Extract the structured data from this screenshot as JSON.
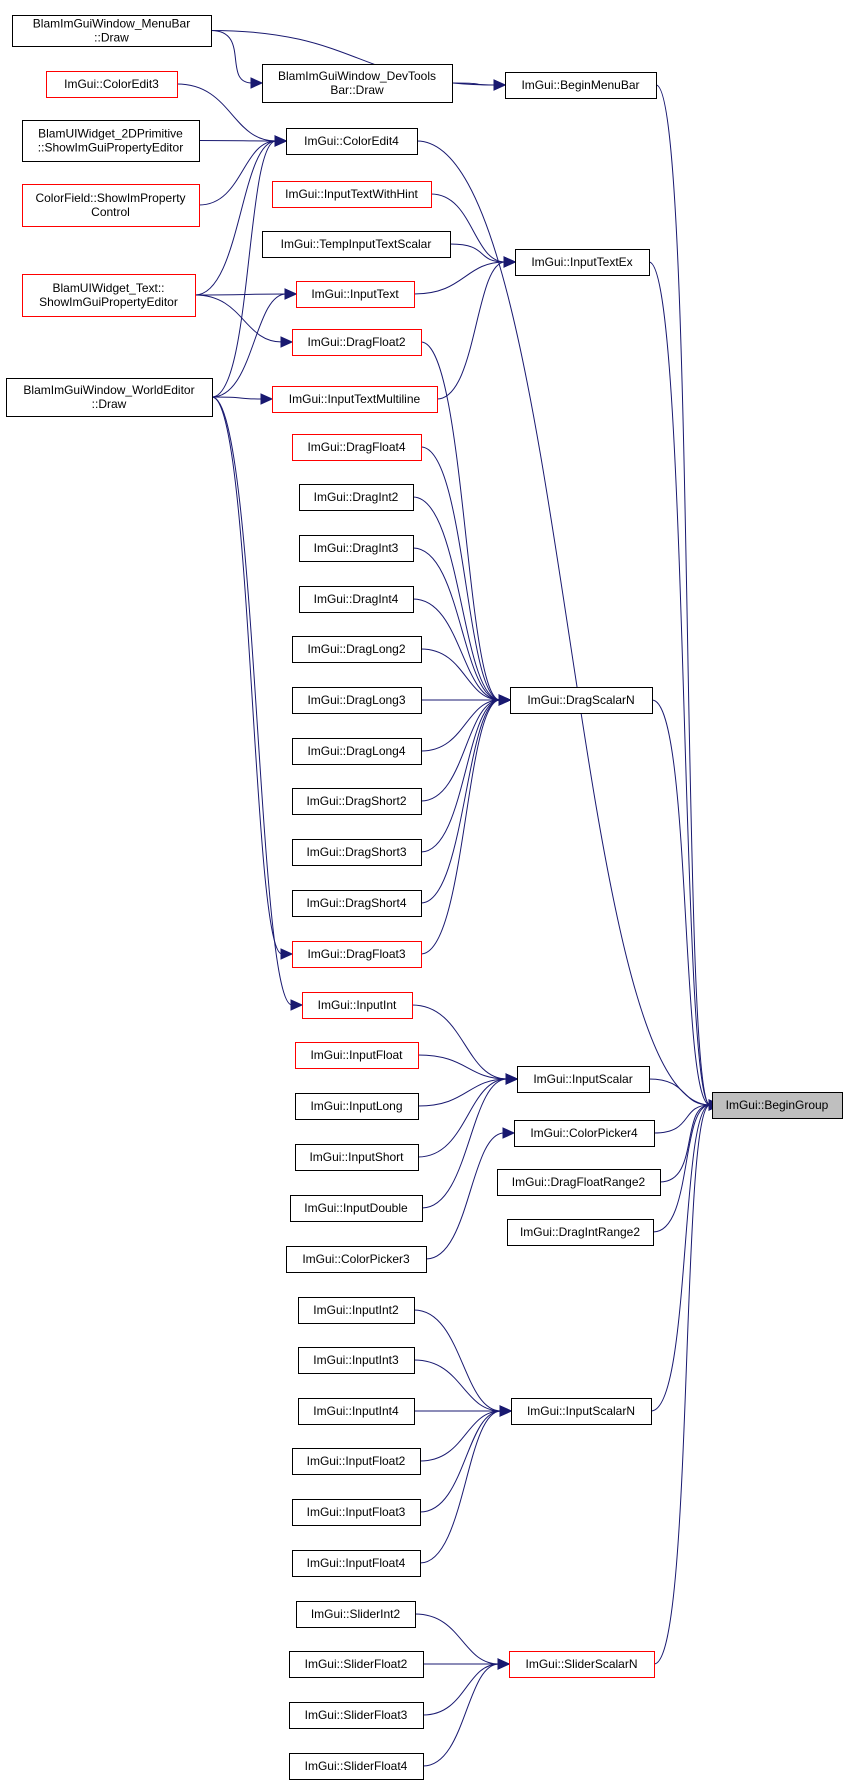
{
  "colors": {
    "edge": "#191970",
    "node_border_default": "#000000",
    "node_border_truncated": "#ff0000",
    "root_fill": "#bfbfbf",
    "node_fill": "#ffffff"
  },
  "nodes": {
    "begingroup": {
      "lines": [
        "ImGui::BeginGroup"
      ],
      "style": "root"
    },
    "menubar_draw": {
      "lines": [
        "BlamImGuiWindow_MenuBar",
        "::Draw"
      ],
      "style": "normal"
    },
    "devtools_draw": {
      "lines": [
        "BlamImGuiWindow_DevTools",
        "Bar::Draw"
      ],
      "style": "normal"
    },
    "beginmenubar": {
      "lines": [
        "ImGui::BeginMenuBar"
      ],
      "style": "normal"
    },
    "coloredit3": {
      "lines": [
        "ImGui::ColorEdit3"
      ],
      "style": "red"
    },
    "coloredit4": {
      "lines": [
        "ImGui::ColorEdit4"
      ],
      "style": "normal"
    },
    "prim2d": {
      "lines": [
        "BlamUIWidget_2DPrimitive",
        "::ShowImGuiPropertyEditor"
      ],
      "style": "normal"
    },
    "colorfield": {
      "lines": [
        "ColorField::ShowImProperty",
        "Control"
      ],
      "style": "red"
    },
    "inputtextwithhint": {
      "lines": [
        "ImGui::InputTextWithHint"
      ],
      "style": "red"
    },
    "tempinputtextscalar": {
      "lines": [
        "ImGui::TempInputTextScalar"
      ],
      "style": "normal"
    },
    "widgettext": {
      "lines": [
        "BlamUIWidget_Text::",
        "ShowImGuiPropertyEditor"
      ],
      "style": "red"
    },
    "inputtext": {
      "lines": [
        "ImGui::InputText"
      ],
      "style": "red"
    },
    "inputtextex": {
      "lines": [
        "ImGui::InputTextEx"
      ],
      "style": "normal"
    },
    "dragfloat2": {
      "lines": [
        "ImGui::DragFloat2"
      ],
      "style": "red"
    },
    "worldeditor_draw": {
      "lines": [
        "BlamImGuiWindow_WorldEditor",
        "::Draw"
      ],
      "style": "normal"
    },
    "inputtextmultiline": {
      "lines": [
        "ImGui::InputTextMultiline"
      ],
      "style": "red"
    },
    "dragfloat4": {
      "lines": [
        "ImGui::DragFloat4"
      ],
      "style": "red"
    },
    "dragint2": {
      "lines": [
        "ImGui::DragInt2"
      ],
      "style": "normal"
    },
    "dragint3": {
      "lines": [
        "ImGui::DragInt3"
      ],
      "style": "normal"
    },
    "dragint4": {
      "lines": [
        "ImGui::DragInt4"
      ],
      "style": "normal"
    },
    "draglong2": {
      "lines": [
        "ImGui::DragLong2"
      ],
      "style": "normal"
    },
    "draglong3": {
      "lines": [
        "ImGui::DragLong3"
      ],
      "style": "normal"
    },
    "dragscalarn": {
      "lines": [
        "ImGui::DragScalarN"
      ],
      "style": "normal"
    },
    "draglong4": {
      "lines": [
        "ImGui::DragLong4"
      ],
      "style": "normal"
    },
    "dragshort2": {
      "lines": [
        "ImGui::DragShort2"
      ],
      "style": "normal"
    },
    "dragshort3": {
      "lines": [
        "ImGui::DragShort3"
      ],
      "style": "normal"
    },
    "dragshort4": {
      "lines": [
        "ImGui::DragShort4"
      ],
      "style": "normal"
    },
    "dragfloat3": {
      "lines": [
        "ImGui::DragFloat3"
      ],
      "style": "red"
    },
    "inputint": {
      "lines": [
        "ImGui::InputInt"
      ],
      "style": "red"
    },
    "inputfloat": {
      "lines": [
        "ImGui::InputFloat"
      ],
      "style": "red"
    },
    "inputscalar": {
      "lines": [
        "ImGui::InputScalar"
      ],
      "style": "normal"
    },
    "inputlong": {
      "lines": [
        "ImGui::InputLong"
      ],
      "style": "normal"
    },
    "colorpicker4": {
      "lines": [
        "ImGui::ColorPicker4"
      ],
      "style": "normal"
    },
    "inputshort": {
      "lines": [
        "ImGui::InputShort"
      ],
      "style": "normal"
    },
    "dragfloatrange2": {
      "lines": [
        "ImGui::DragFloatRange2"
      ],
      "style": "normal"
    },
    "inputdouble": {
      "lines": [
        "ImGui::InputDouble"
      ],
      "style": "normal"
    },
    "dragintrange2": {
      "lines": [
        "ImGui::DragIntRange2"
      ],
      "style": "normal"
    },
    "colorpicker3": {
      "lines": [
        "ImGui::ColorPicker3"
      ],
      "style": "normal"
    },
    "inputint2": {
      "lines": [
        "ImGui::InputInt2"
      ],
      "style": "normal"
    },
    "inputint3": {
      "lines": [
        "ImGui::InputInt3"
      ],
      "style": "normal"
    },
    "inputint4": {
      "lines": [
        "ImGui::InputInt4"
      ],
      "style": "normal"
    },
    "inputscalarn": {
      "lines": [
        "ImGui::InputScalarN"
      ],
      "style": "normal"
    },
    "inputfloat2": {
      "lines": [
        "ImGui::InputFloat2"
      ],
      "style": "normal"
    },
    "inputfloat3": {
      "lines": [
        "ImGui::InputFloat3"
      ],
      "style": "normal"
    },
    "inputfloat4": {
      "lines": [
        "ImGui::InputFloat4"
      ],
      "style": "normal"
    },
    "sliderint2": {
      "lines": [
        "ImGui::SliderInt2"
      ],
      "style": "normal"
    },
    "sliderfloat2": {
      "lines": [
        "ImGui::SliderFloat2"
      ],
      "style": "normal"
    },
    "sliderscalarn": {
      "lines": [
        "ImGui::SliderScalarN"
      ],
      "style": "red"
    },
    "sliderfloat3": {
      "lines": [
        "ImGui::SliderFloat3"
      ],
      "style": "normal"
    },
    "sliderfloat4": {
      "lines": [
        "ImGui::SliderFloat4"
      ],
      "style": "normal"
    }
  },
  "edges": [
    [
      "menubar_draw",
      "devtools_draw"
    ],
    [
      "menubar_draw",
      "beginmenubar"
    ],
    [
      "devtools_draw",
      "beginmenubar"
    ],
    [
      "beginmenubar",
      "begingroup"
    ],
    [
      "coloredit3",
      "coloredit4"
    ],
    [
      "prim2d",
      "coloredit4"
    ],
    [
      "colorfield",
      "coloredit4"
    ],
    [
      "widgettext",
      "coloredit4"
    ],
    [
      "worldeditor_draw",
      "coloredit4"
    ],
    [
      "coloredit4",
      "begingroup"
    ],
    [
      "inputtextwithhint",
      "inputtextex"
    ],
    [
      "tempinputtextscalar",
      "inputtextex"
    ],
    [
      "inputtext",
      "inputtextex"
    ],
    [
      "inputtextmultiline",
      "inputtextex"
    ],
    [
      "inputtextex",
      "begingroup"
    ],
    [
      "widgettext",
      "inputtext"
    ],
    [
      "widgettext",
      "dragfloat2"
    ],
    [
      "worldeditor_draw",
      "inputtext"
    ],
    [
      "worldeditor_draw",
      "inputtextmultiline"
    ],
    [
      "worldeditor_draw",
      "dragfloat3"
    ],
    [
      "worldeditor_draw",
      "inputint"
    ],
    [
      "dragfloat2",
      "dragscalarn"
    ],
    [
      "dragfloat4",
      "dragscalarn"
    ],
    [
      "dragint2",
      "dragscalarn"
    ],
    [
      "dragint3",
      "dragscalarn"
    ],
    [
      "dragint4",
      "dragscalarn"
    ],
    [
      "draglong2",
      "dragscalarn"
    ],
    [
      "draglong3",
      "dragscalarn"
    ],
    [
      "draglong4",
      "dragscalarn"
    ],
    [
      "dragshort2",
      "dragscalarn"
    ],
    [
      "dragshort3",
      "dragscalarn"
    ],
    [
      "dragshort4",
      "dragscalarn"
    ],
    [
      "dragfloat3",
      "dragscalarn"
    ],
    [
      "dragscalarn",
      "begingroup"
    ],
    [
      "inputint",
      "inputscalar"
    ],
    [
      "inputfloat",
      "inputscalar"
    ],
    [
      "inputlong",
      "inputscalar"
    ],
    [
      "inputshort",
      "inputscalar"
    ],
    [
      "inputdouble",
      "inputscalar"
    ],
    [
      "inputscalar",
      "begingroup"
    ],
    [
      "colorpicker3",
      "colorpicker4"
    ],
    [
      "colorpicker4",
      "begingroup"
    ],
    [
      "dragfloatrange2",
      "begingroup"
    ],
    [
      "dragintrange2",
      "begingroup"
    ],
    [
      "inputint2",
      "inputscalarn"
    ],
    [
      "inputint3",
      "inputscalarn"
    ],
    [
      "inputint4",
      "inputscalarn"
    ],
    [
      "inputfloat2",
      "inputscalarn"
    ],
    [
      "inputfloat3",
      "inputscalarn"
    ],
    [
      "inputfloat4",
      "inputscalarn"
    ],
    [
      "inputscalarn",
      "begingroup"
    ],
    [
      "sliderint2",
      "sliderscalarn"
    ],
    [
      "sliderfloat2",
      "sliderscalarn"
    ],
    [
      "sliderfloat3",
      "sliderscalarn"
    ],
    [
      "sliderfloat4",
      "sliderscalarn"
    ],
    [
      "sliderscalarn",
      "begingroup"
    ]
  ]
}
